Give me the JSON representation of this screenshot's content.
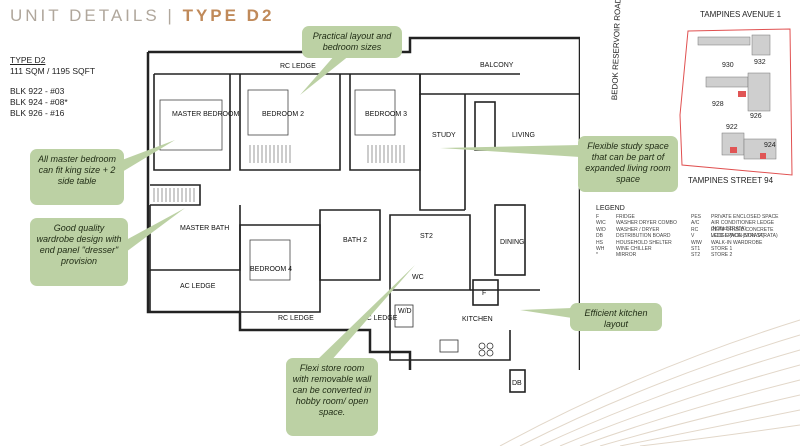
{
  "header": {
    "title_prefix": "UNIT DETAILS",
    "separator": "|",
    "title_type": "TYPE D2"
  },
  "unit_info": {
    "type": "TYPE D2",
    "area": "111 SQM / 1195 SQFT",
    "blocks": [
      "BLK 922 - #03",
      "BLK 924 - #08*",
      "BLK 926 - #16"
    ]
  },
  "rooms": {
    "rc_ledge_top": "RC LEDGE",
    "balcony": "BALCONY",
    "master_bedroom": "MASTER BEDROOM",
    "bedroom2": "BEDROOM 2",
    "bedroom3": "BEDROOM 3",
    "study": "STUDY",
    "living": "LIVING",
    "master_bath": "MASTER BATH",
    "bedroom4": "BEDROOM 4",
    "bath2": "BATH 2",
    "st2": "ST2",
    "wc": "WC",
    "dining": "DINING",
    "fridge": "F",
    "wd": "W/D",
    "kitchen": "KITCHEN",
    "ac_ledge_left": "AC LEDGE",
    "rc_ledge_bottom": "RC LEDGE",
    "ac_ledge_mid": "AC LEDGE",
    "db": "DB"
  },
  "callouts": {
    "layout": "Practical layout and bedroom sizes",
    "master": "All master bedroom can fit king size + 2 side table",
    "wardrobe": "Good quality wardrobe design with end panel \"dresser\" provision",
    "study": "Flexible study space that can be part of expanded living room space",
    "kitchen": "Efficient kitchen layout",
    "store": "Flexi store room with removable wall can be converted in hobby room/ open space."
  },
  "site": {
    "street_top": "TAMPINES AVENUE 1",
    "road_side": "BEDOK RESERVOIR ROAD",
    "street_bottom": "TAMPINES STREET 94",
    "blocks": [
      "930",
      "932",
      "928",
      "926",
      "922",
      "924"
    ]
  },
  "legend": {
    "title": "LEGEND",
    "rows": [
      [
        "F",
        "FRIDGE",
        "PES",
        "PRIVATE ENCLOSED SPACE"
      ],
      [
        "WIC",
        "WASHER DRYER COMBO",
        "A/C",
        "AIR CONDITIONER LEDGE (NON-STRATA)"
      ],
      [
        "W/D",
        "WASHER / DRYER",
        "RC",
        "REINFORCED CONCRETE LEDGE (NON-STRATA)"
      ],
      [
        "DB",
        "DISTRIBUTION BOARD",
        "V",
        "VOID SPACE (NON-STRATA)"
      ],
      [
        "HS",
        "HOUSEHOLD SHELTER",
        "WIW",
        "WALK-IN WARDROBE"
      ],
      [
        "WH",
        "WINE CHILLER",
        "ST1",
        "STORE 1"
      ],
      [
        "*",
        "MIRROR",
        "ST2",
        "STORE 2"
      ]
    ]
  },
  "colors": {
    "callout_bg": "#bcd1a4",
    "accent": "#c08a5a",
    "site_boundary": "#e05050",
    "highlight": "#e05555"
  }
}
